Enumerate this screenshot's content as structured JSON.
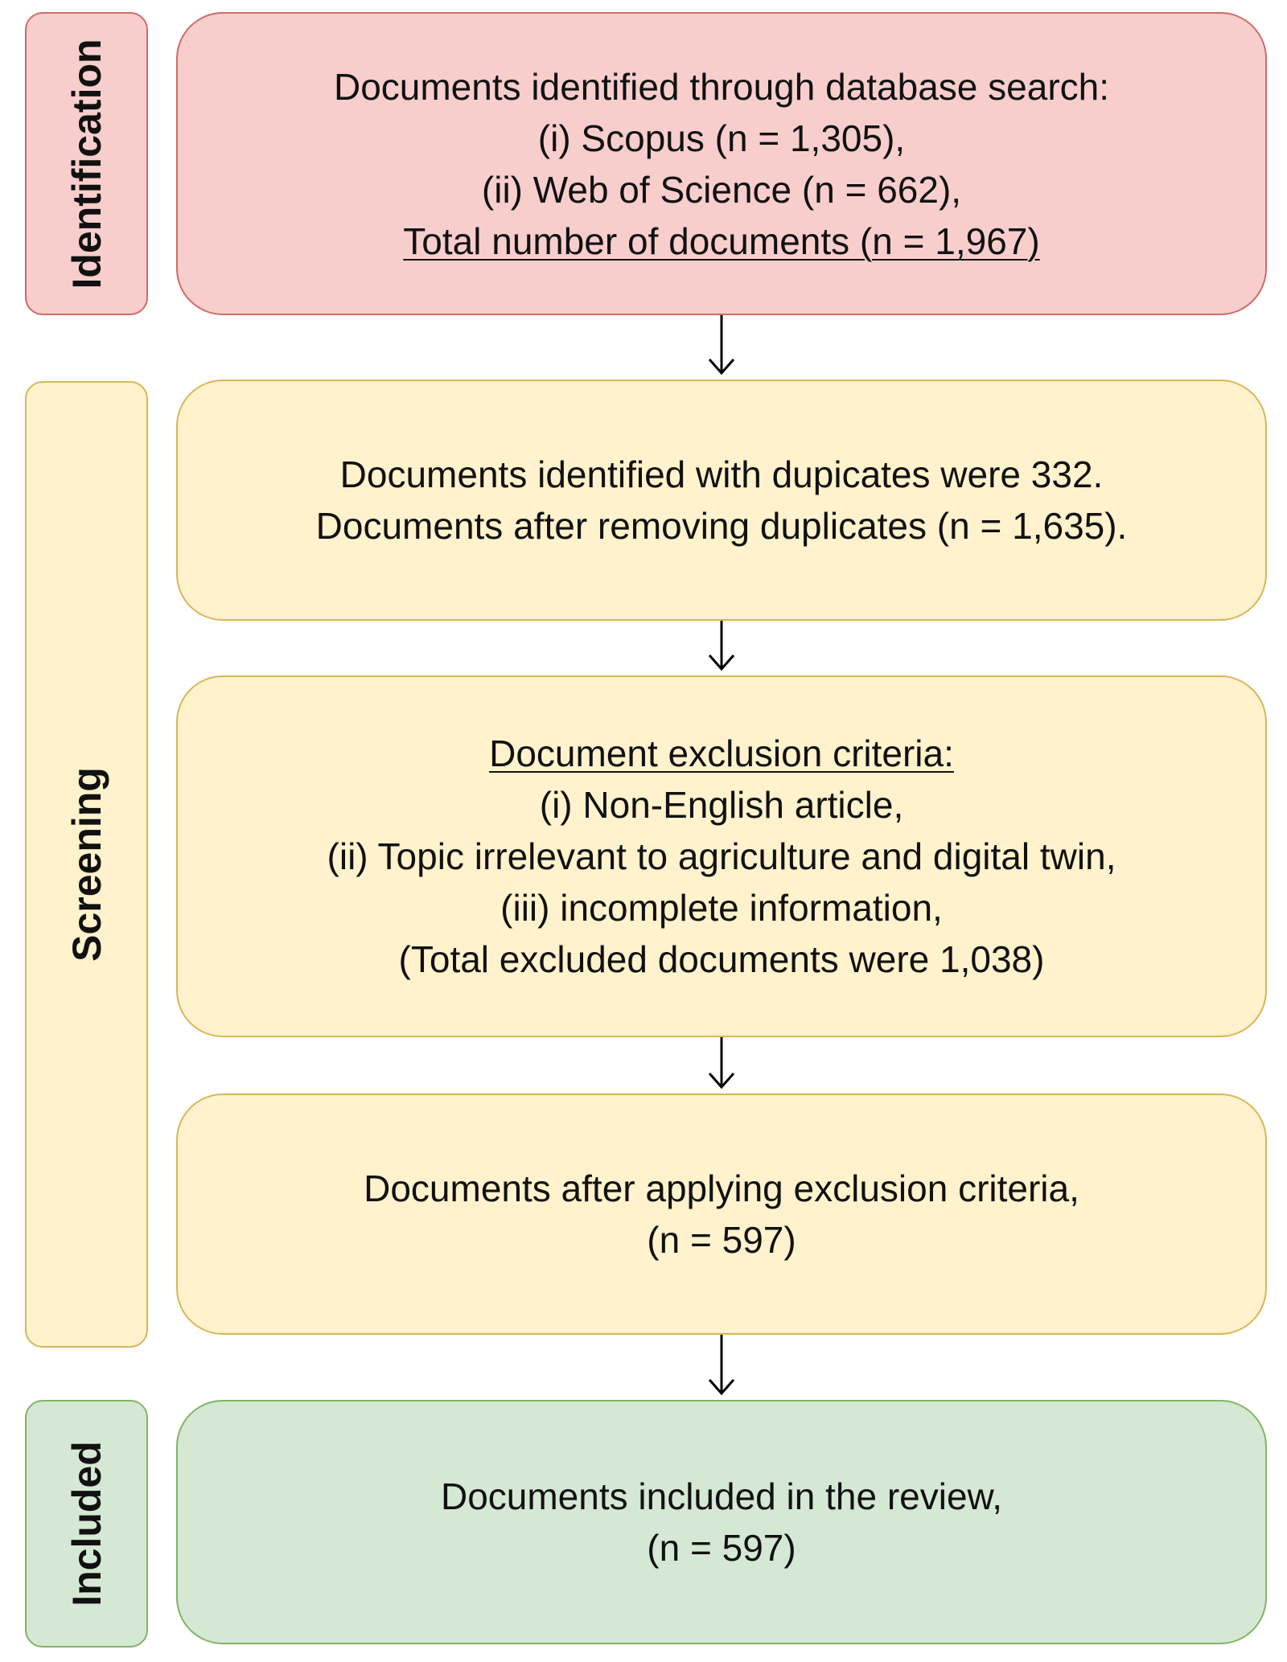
{
  "stages": {
    "identification": "Identification",
    "screening": "Screening",
    "included": "Included"
  },
  "boxes": {
    "identification": {
      "line1": "Documents identified through database search:",
      "line2": "(i) Scopus (n = 1,305),",
      "line3": "(ii) Web of Science (n = 662),",
      "line4": "Total number of documents (n = 1,967)"
    },
    "duplicates": {
      "line1": "Documents identified with dupicates were 332.",
      "line2": "Documents after removing duplicates (n = 1,635)."
    },
    "exclusion": {
      "heading": "Document exclusion criteria:",
      "line1": "(i) Non-English article,",
      "line2": "(ii) Topic irrelevant to agriculture and digital twin,",
      "line3": "(iii) incomplete information,",
      "line4": "(Total excluded documents were 1,038)"
    },
    "after_exclusion": {
      "line1": "Documents after applying exclusion criteria,",
      "line2": "(n = 597)"
    },
    "included": {
      "line1": "Documents included in the review,",
      "line2": "(n = 597)"
    }
  },
  "colors": {
    "identification_fill": "#f8cecc",
    "identification_border": "#d06b66",
    "screening_fill": "#fff2cc",
    "screening_border": "#d8b656",
    "included_fill": "#d5e8d4",
    "included_border": "#82b366"
  }
}
